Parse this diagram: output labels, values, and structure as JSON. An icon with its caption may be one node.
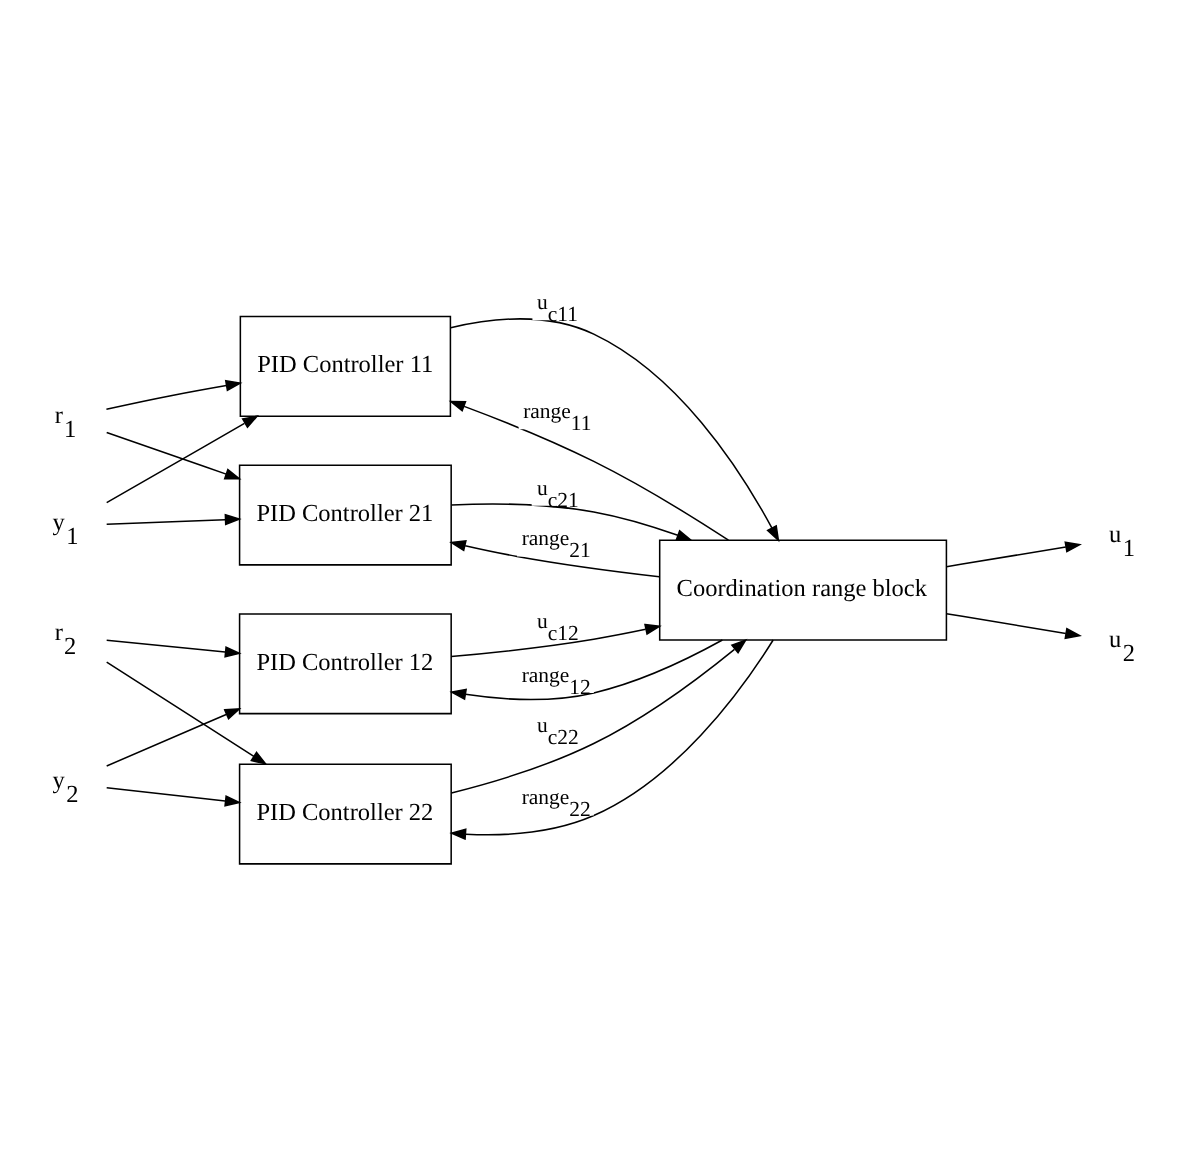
{
  "diagram": {
    "nodes": [
      {
        "text": [
          "PID Controller 11"
        ]
      },
      {
        "text": [
          "PID Controller 21"
        ]
      },
      {
        "text": [
          "PID Controller 12"
        ]
      },
      {
        "text": [
          "PID Controller 22"
        ]
      },
      {
        "text": [
          "Coordination range block"
        ]
      },
      {
        "text": [
          "r$_{1}$"
        ]
      },
      {
        "text": [
          "y$_{1}$"
        ]
      },
      {
        "text": [
          "r$_{2}$"
        ]
      },
      {
        "text": [
          "y$_{2}$"
        ]
      },
      {
        "text": [
          "u$_{1}$"
        ]
      },
      {
        "text": [
          "u$_{2}$"
        ]
      }
    ],
    "edges": [
      {
        "from": 5,
        "to": 0,
        "arrow": "to"
      },
      {
        "from": 5,
        "to": 1,
        "arrow": "to"
      },
      {
        "from": 6,
        "to": 0,
        "arrow": "to"
      },
      {
        "from": 6,
        "to": 1,
        "arrow": "to"
      },
      {
        "from": 7,
        "to": 2,
        "arrow": "to"
      },
      {
        "from": 7,
        "to": 3,
        "arrow": "to"
      },
      {
        "from": 8,
        "to": 2,
        "arrow": "to"
      },
      {
        "from": 8,
        "to": 3,
        "arrow": "to"
      },
      {
        "from": 0,
        "to": 4,
        "arrow": "to",
        "label": "u$_{c11}$"
      },
      {
        "from": 1,
        "to": 4,
        "arrow": "to",
        "label": "u$_{c21}$"
      },
      {
        "from": 2,
        "to": 4,
        "arrow": "to",
        "label": "u$_{c12}$"
      },
      {
        "from": 3,
        "to": 4,
        "arrow": "to",
        "label": "u$_{c22}$"
      },
      {
        "from": 4,
        "to": 9,
        "arrow": "to"
      },
      {
        "from": 4,
        "to": 10,
        "arrow": "to"
      },
      {
        "from": 4,
        "to": 3,
        "arrow": "to",
        "label": "range$_{22}$"
      },
      {
        "from": 4,
        "to": 2,
        "arrow": "to",
        "label": "range$_{12}$"
      },
      {
        "from": 4,
        "to": 1,
        "arrow": "to",
        "label": "range$_{21}$"
      },
      {
        "from": 4,
        "to": 0,
        "arrow": "to",
        "label": "range$_{11}$"
      }
    ]
  }
}
